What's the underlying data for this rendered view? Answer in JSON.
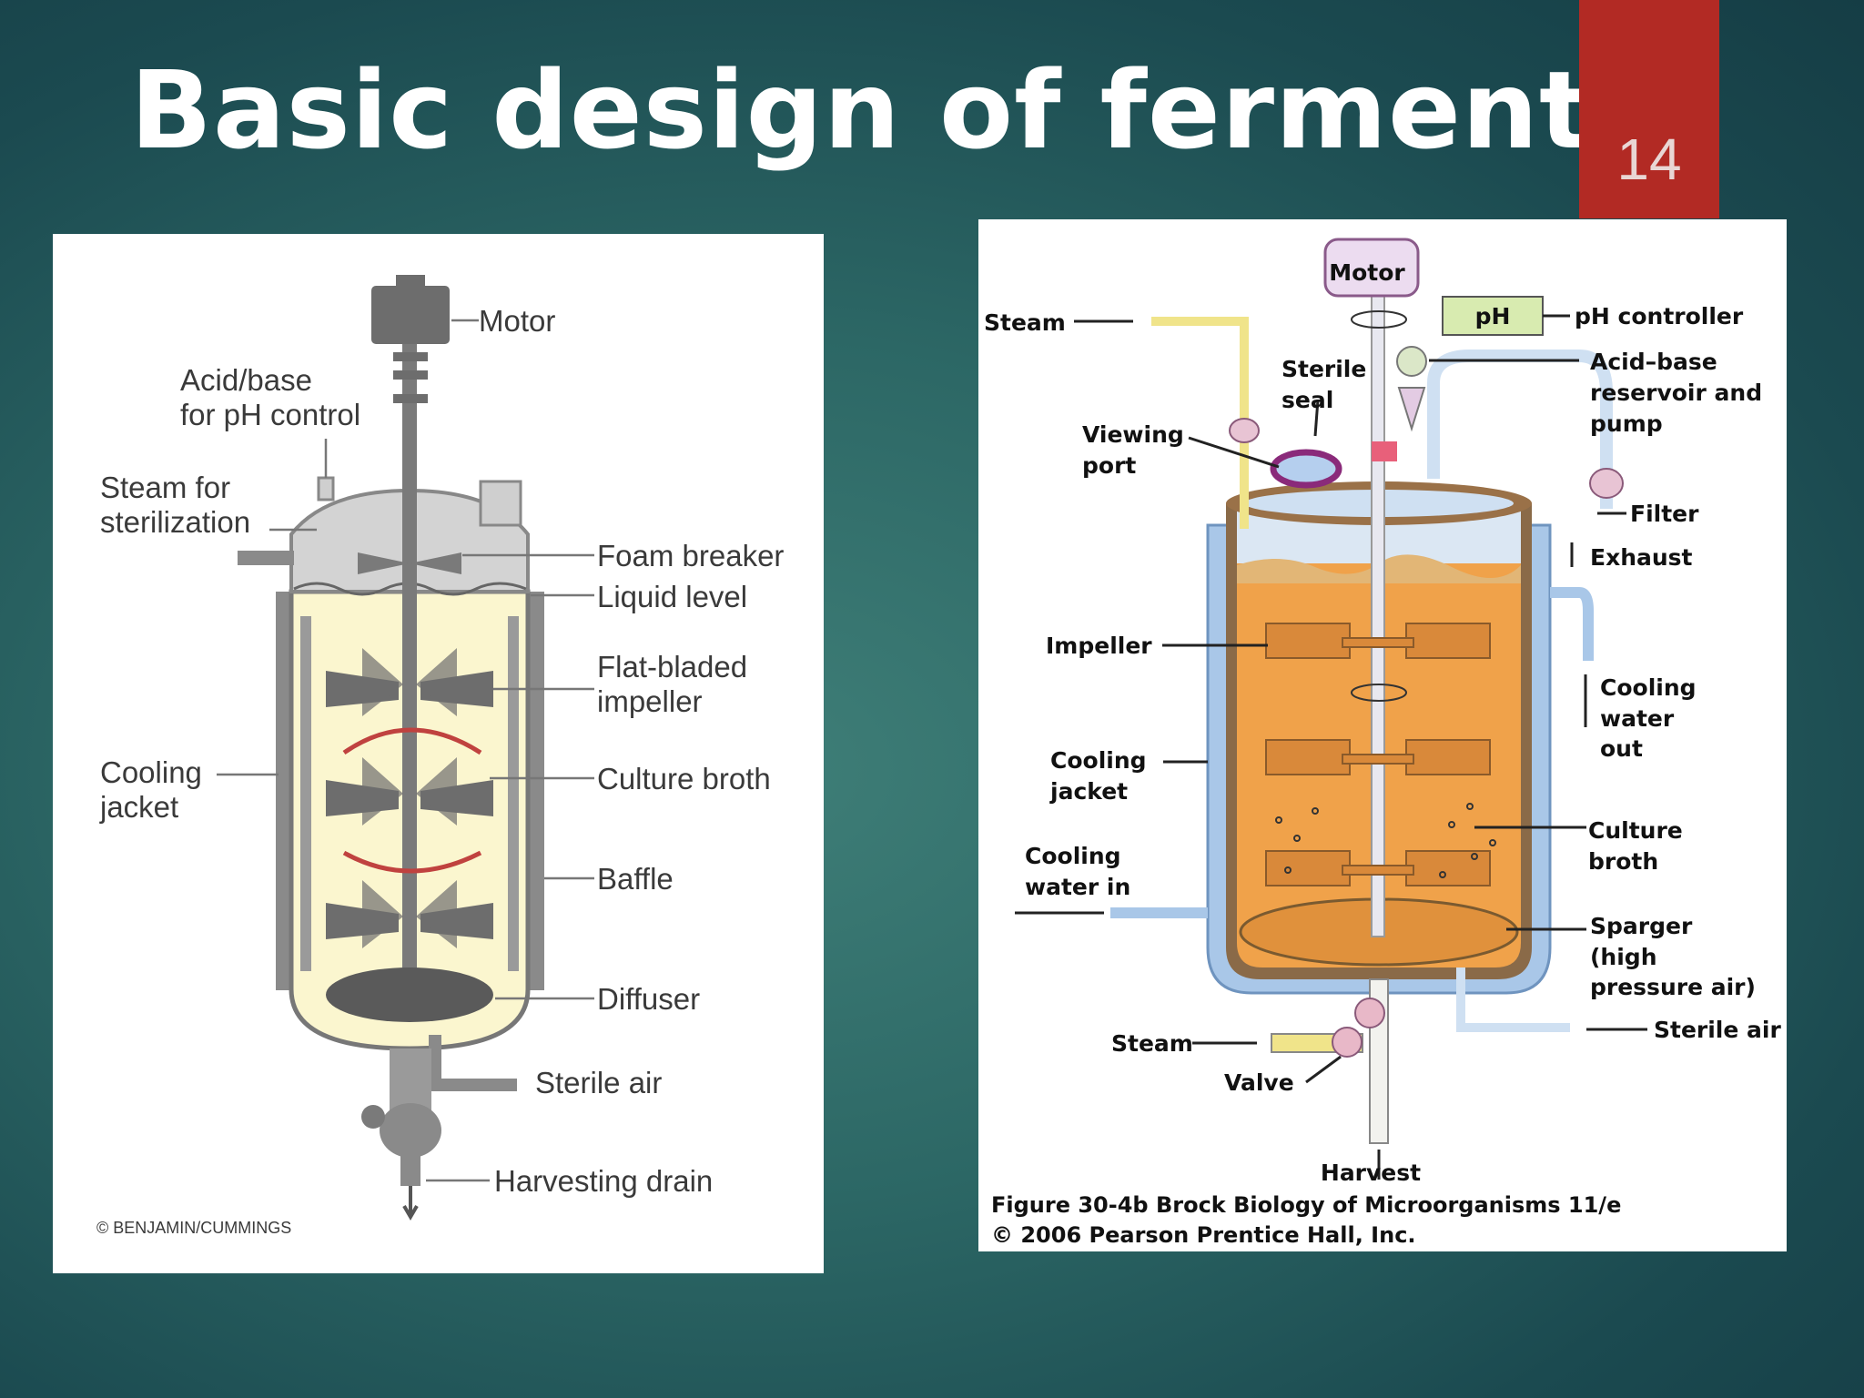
{
  "slide": {
    "title": "Basic design of fermenter",
    "page_number": "14",
    "accent_color": "#b22a24"
  },
  "left_diagram": {
    "labels": {
      "motor": "Motor",
      "acid_base_1": "Acid/base",
      "acid_base_2": "for pH control",
      "steam_1": "Steam for",
      "steam_2": "sterilization",
      "foam_breaker": "Foam breaker",
      "liquid_level": "Liquid level",
      "impeller_1": "Flat-bladed",
      "impeller_2": "impeller",
      "cooling_1": "Cooling",
      "cooling_2": "jacket",
      "culture_broth": "Culture broth",
      "baffle": "Baffle",
      "diffuser": "Diffuser",
      "sterile_air": "Sterile air",
      "harvesting_drain": "Harvesting drain",
      "credit": "© BENJAMIN/CUMMINGS"
    }
  },
  "right_diagram": {
    "labels": {
      "motor": "Motor",
      "ph": "pH",
      "ph_controller": "pH controller",
      "steam_top": "Steam",
      "sterile_1": "Sterile",
      "sterile_2": "seal",
      "viewing_1": "Viewing",
      "viewing_2": "port",
      "acid_1": "Acid–base",
      "acid_2": "reservoir and",
      "acid_3": "pump",
      "filter": "Filter",
      "exhaust": "Exhaust",
      "impeller": "Impeller",
      "cooling_out_1": "Cooling",
      "cooling_out_2": "water",
      "cooling_out_3": "out",
      "jacket_1": "Cooling",
      "jacket_2": "jacket",
      "water_in_1": "Cooling",
      "water_in_2": "water in",
      "culture_1": "Culture",
      "culture_2": "broth",
      "sparger_1": "Sparger",
      "sparger_2": "(high",
      "sparger_3": "pressure air)",
      "sterile_air": "Sterile air",
      "steam_bottom": "Steam",
      "valve": "Valve",
      "harvest": "Harvest",
      "caption_1": "Figure 30-4b  Brock Biology of Microorganisms 11/e",
      "caption_2": "© 2006 Pearson Prentice Hall, Inc."
    }
  }
}
